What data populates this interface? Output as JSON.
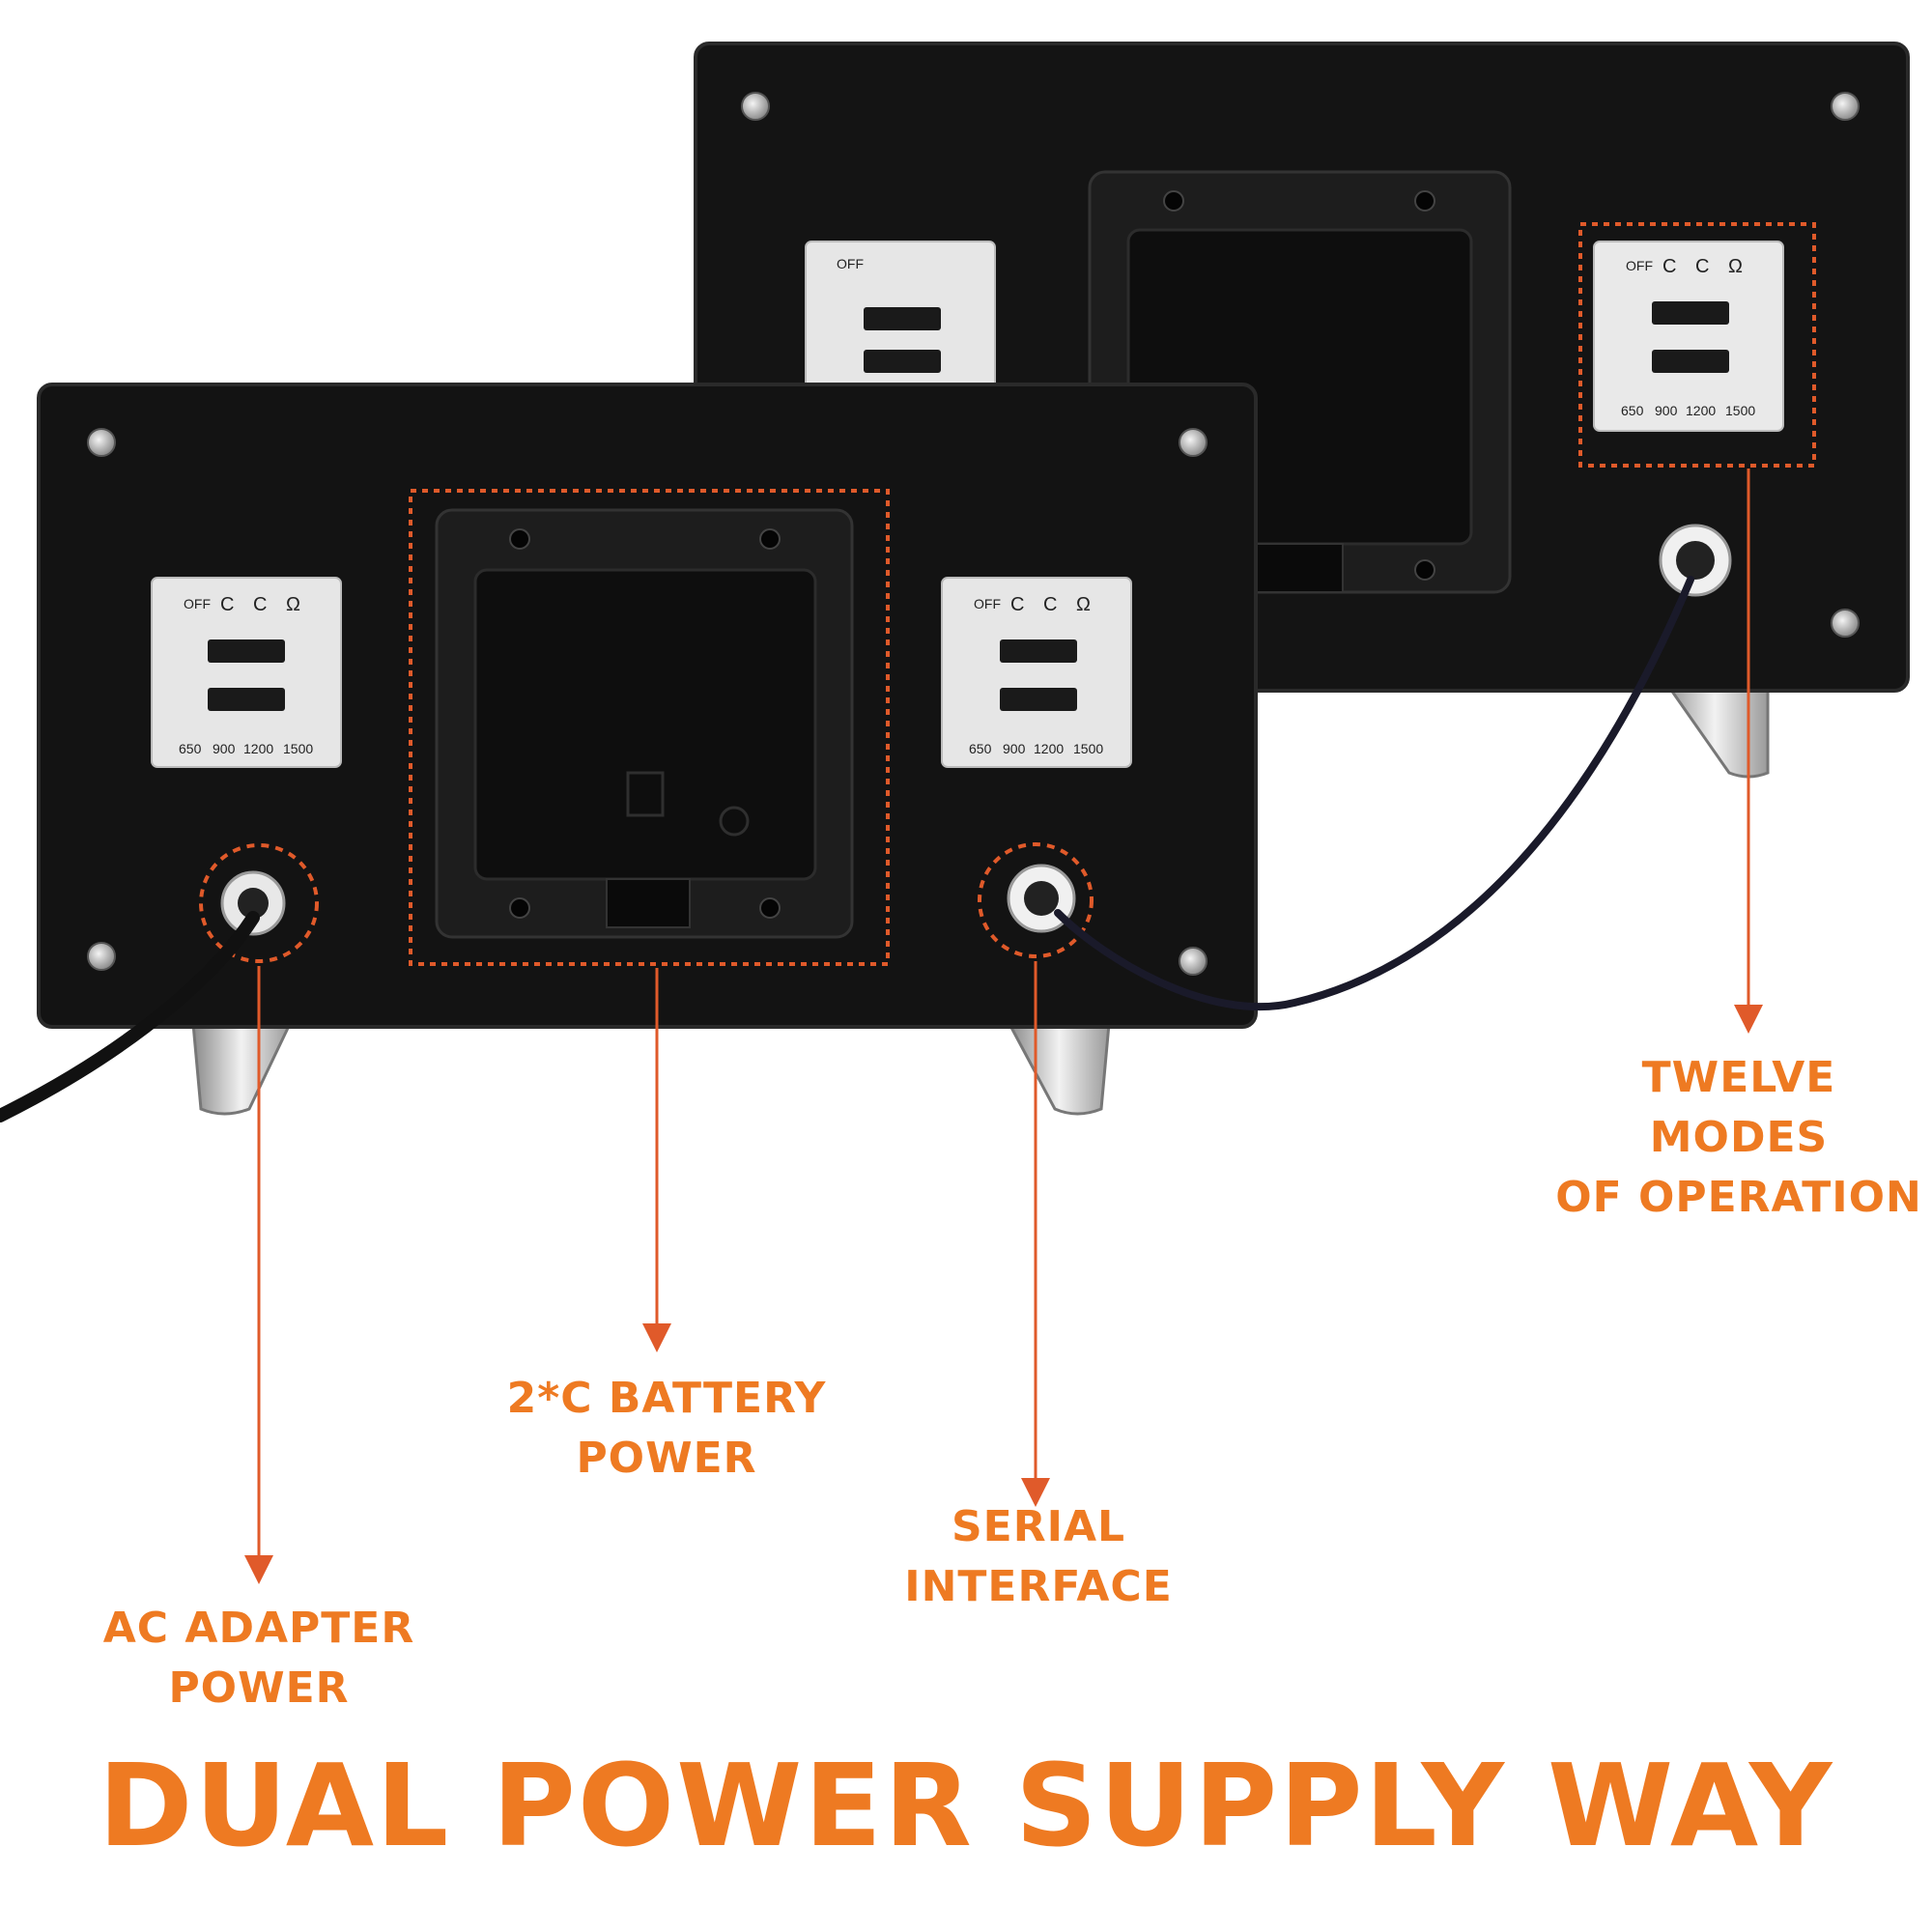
{
  "title": "DUAL POWER SUPPLY WAY",
  "labels": {
    "ac_adapter": [
      "AC ADAPTER",
      "POWER"
    ],
    "battery": "2*C BATTERY POWER",
    "serial": [
      "SERIAL",
      "INTERFACE"
    ],
    "modes": [
      "TWELVE MODES",
      "OF OPERATION"
    ]
  },
  "switch_panel": {
    "off": "OFF",
    "speeds": [
      "650",
      "900",
      "1200",
      "1500"
    ]
  },
  "colors": {
    "accent": "#ee7a22",
    "arrow": "#e05a2a",
    "device": "#111111",
    "panel": "#e9e9e9"
  }
}
